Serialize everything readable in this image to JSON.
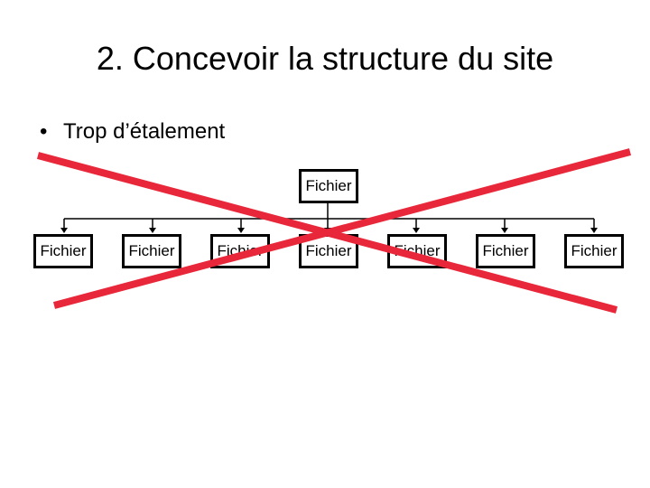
{
  "slide": {
    "title": "2. Concevoir la structure du site",
    "bullet_marker": "•",
    "bullet_text": "Trop d’étalement"
  },
  "diagram": {
    "root_label": "Fichier",
    "children": [
      {
        "label": "Fichier"
      },
      {
        "label": "Fichier"
      },
      {
        "label": "Fichier"
      },
      {
        "label": "Fichier"
      },
      {
        "label": "Fichier"
      },
      {
        "label": "Fichier"
      },
      {
        "label": "Fichier"
      }
    ],
    "line_color": "#000000",
    "cross_color": "#e8283a"
  }
}
